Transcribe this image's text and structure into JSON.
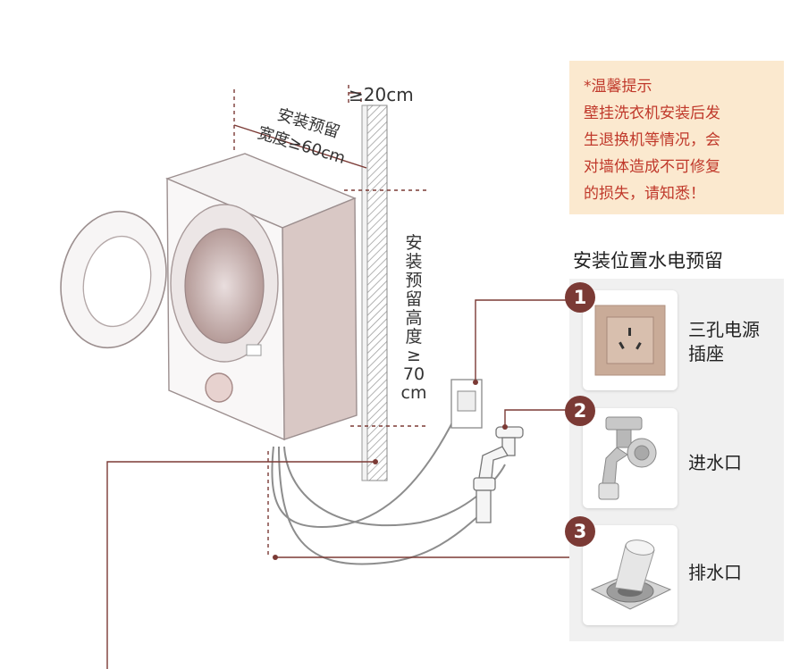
{
  "tip": {
    "lines": [
      "*温馨提示",
      "壁挂洗衣机安装后发",
      "生退换机等情况，会",
      "对墙体造成不可修复",
      "的损失，请知悉！"
    ]
  },
  "section_title": "安装位置水电预留",
  "items": [
    {
      "number": "1",
      "label_lines": [
        "三孔电源",
        "插座"
      ]
    },
    {
      "number": "2",
      "label_lines": [
        "进水口"
      ]
    },
    {
      "number": "3",
      "label_lines": [
        "排水口"
      ]
    }
  ],
  "dimensions": {
    "wall_gap": "≥20cm",
    "width_lines": [
      "安装预留",
      "宽度≥60cm"
    ],
    "height_chars": [
      "安",
      "装",
      "预",
      "留",
      "高",
      "度",
      "≥",
      "70",
      "cm"
    ]
  },
  "colors": {
    "accent": "#7b3a35",
    "tip_bg": "#fbe9cf",
    "tip_text": "#c0392b",
    "socket_face": "#c9ab98"
  }
}
